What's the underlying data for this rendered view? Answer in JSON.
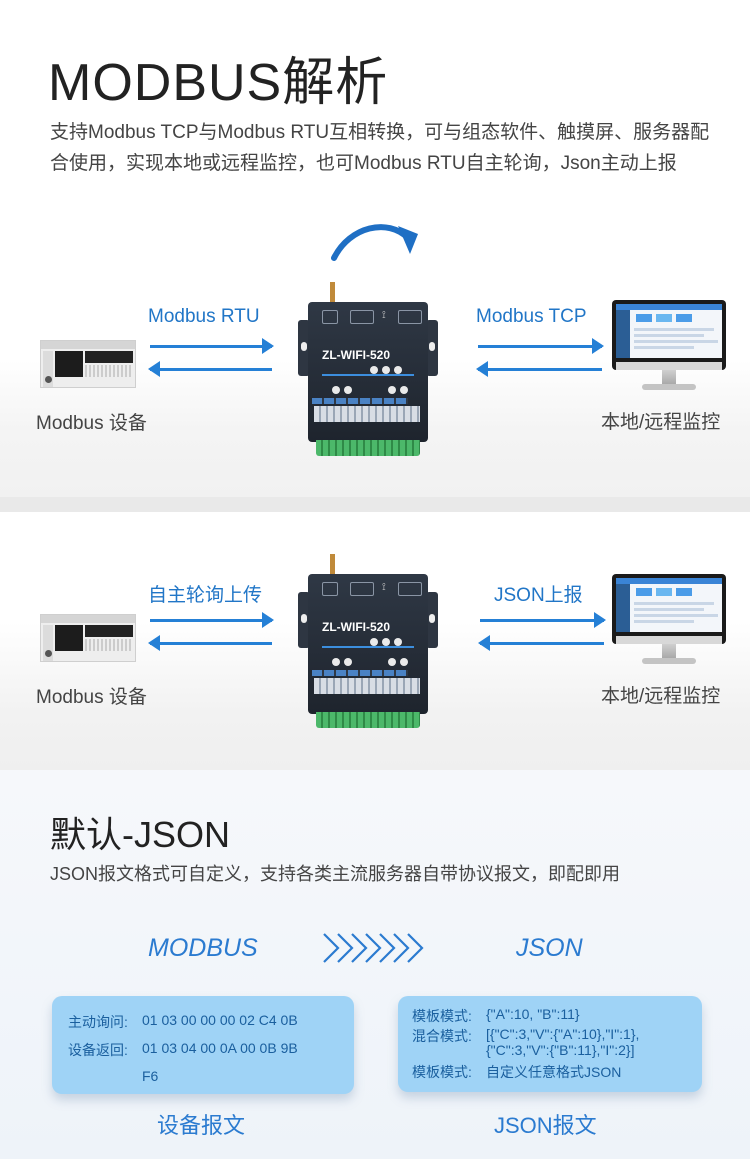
{
  "header": {
    "title": "MODBUS解析",
    "description": "支持Modbus TCP与Modbus RTU互相转换，可与组态软件、触摸屏、服务器配合使用，实现本地或远程监控，也可Modbus RTU自主轮询，Json主动上报"
  },
  "diagram1": {
    "left_arrow_label": "Modbus RTU",
    "right_arrow_label": "Modbus TCP",
    "left_device": "Modbus 设备",
    "right_device": "本地/远程监控",
    "router_name": "ZL-WIFI-520"
  },
  "diagram2": {
    "left_arrow_label": "自主轮询上传",
    "right_arrow_label": "JSON上报",
    "left_device": "Modbus 设备",
    "right_device": "本地/远程监控",
    "router_name": "ZL-WIFI-520"
  },
  "json_section": {
    "title": "默认-JSON",
    "description": "JSON报文格式可自定义，支持各类主流服务器自带协议报文，即配即用",
    "left_label": "MODBUS",
    "right_label": "JSON",
    "device_card": {
      "query_label": "主动询问:",
      "query_value": "01 03 00 00 00 02 C4 0B",
      "reply_label": "设备返回:",
      "reply_value": "01 03 04 00 0A 00 0B 9B",
      "reply_value_cont": "F6",
      "caption": "设备报文"
    },
    "json_card": {
      "line1_label": "模板模式:",
      "line1_value": "{\"A\":10, \"B\":11}",
      "line2_label": "混合模式:",
      "line2_value": "[{\"C\":3,\"V\":{\"A\":10},\"I\":1},",
      "line3_value": "{\"C\":3,\"V\":{\"B\":11},\"I\":2}]",
      "line4_label": "模板模式:",
      "line4_value": "自定义任意格式JSON",
      "caption": "JSON报文"
    }
  }
}
